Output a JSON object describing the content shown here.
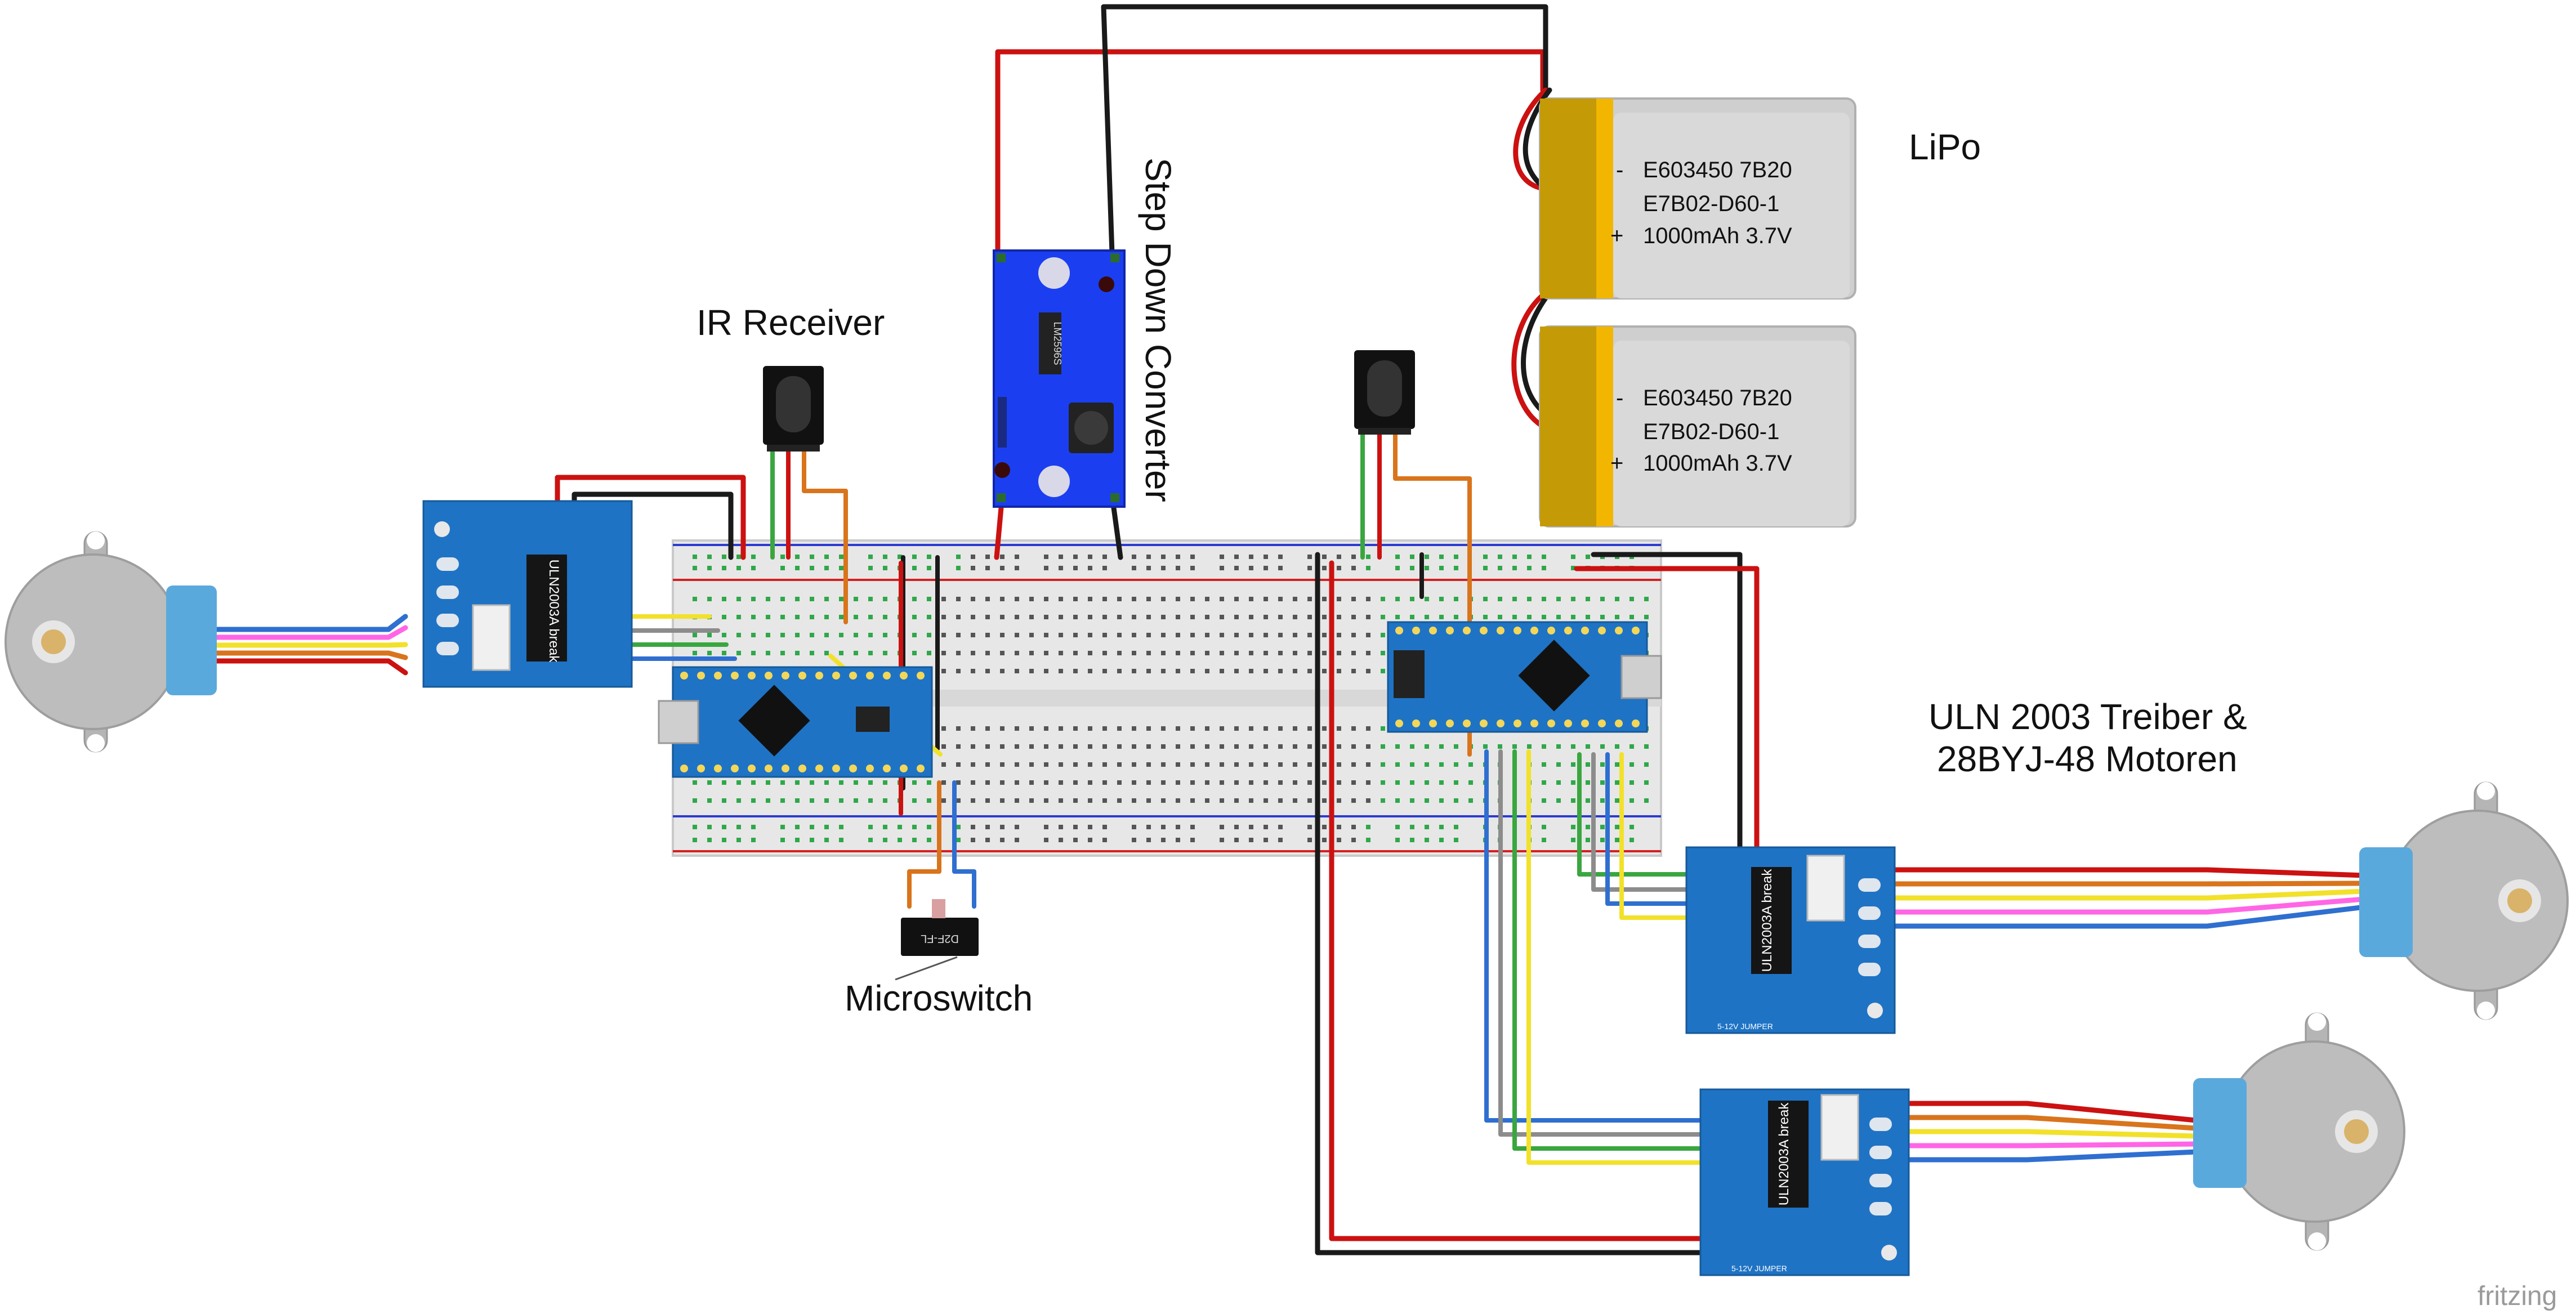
{
  "labels": {
    "lipo": "LiPo",
    "step_down": "Step Down Converter",
    "ir_receiver": "IR Receiver",
    "driver_line1": "ULN 2003 Treiber &",
    "driver_line2": "28BYJ-48 Motoren",
    "microswitch": "Microswitch",
    "fritzing": "fritzing"
  },
  "battery": {
    "line1": "E603450 7B20",
    "line2": "E7B02-D60-1",
    "line3": "1000mAh 3.7V",
    "minus": "-",
    "plus": "+"
  },
  "driver_chip": "ULN2003A break",
  "microswitch_part": "D2F-FL",
  "step_down_chip": "LM2596S",
  "driver_power_pins": "5-12V JUMPER",
  "colors": {
    "wire_red": "#cc1111",
    "wire_black": "#1a1a1a",
    "wire_orange": "#d9741c",
    "wire_green": "#3aa640",
    "wire_yellow": "#f2e12a",
    "wire_blue": "#2f6fd0",
    "wire_gray": "#8c8c8c",
    "wire_pink": "#ff66e6",
    "board_blue": "#1f73c4",
    "converter_blue": "#1b3ff0",
    "battery_gold": "#c89b06",
    "breadboard": "#e8e8e8",
    "motor_gray": "#bdbdbd"
  }
}
